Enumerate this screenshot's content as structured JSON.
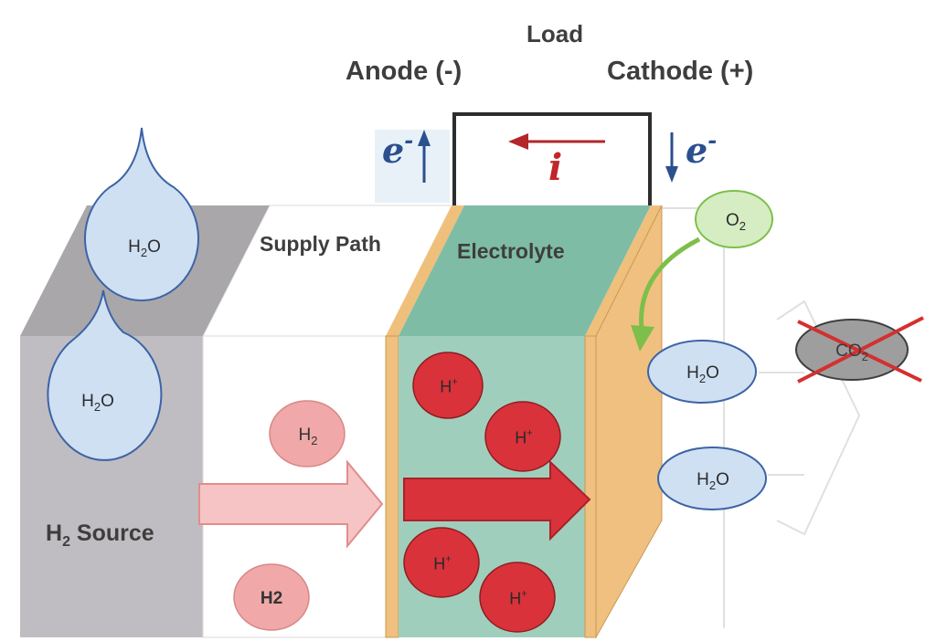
{
  "labels": {
    "load": "Load",
    "anode": "Anode (-)",
    "cathode": "Cathode (+)",
    "electron_symbol": "e",
    "electron_charge": "-",
    "current_symbol": "i",
    "supply_path": "Supply Path",
    "electrolyte": "Electrolyte",
    "h2_source_base": "H",
    "h2_source_sub": "2",
    "h2_source_rest": " Source"
  },
  "molecules": {
    "water_base": "H",
    "water_sub": "2",
    "water_rest": "O",
    "oxygen_base": "O",
    "oxygen_sub": "2",
    "hydrogen_base": "H",
    "hydrogen_sub": "2",
    "hydrogen_plain": "H2",
    "proton_base": "H",
    "proton_charge": "+",
    "co2_base": "CO",
    "co2_sub": "2"
  },
  "colors": {
    "source_gray": "#bfbdc1",
    "electrolyte_green": "#9fcfbc",
    "cathode_orange": "#f0c080",
    "water_blue": "#cfe0f3",
    "proton_red": "#d9323a",
    "h2_pink": "#f0a8a8",
    "oxygen_green": "#d6ecc2",
    "current_red": "#c0262c",
    "electron_blue": "#2b4f8f"
  }
}
